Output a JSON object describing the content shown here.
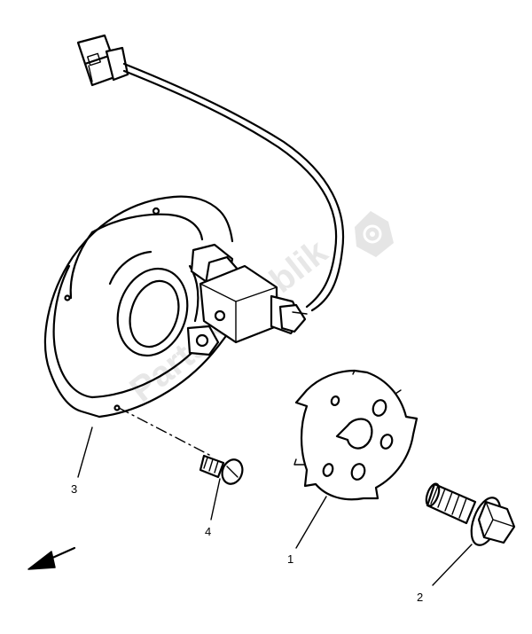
{
  "watermark": {
    "text": "PartsRepublik",
    "color": "#cfcfcf"
  },
  "callouts": [
    {
      "id": "label-3",
      "text": "3"
    },
    {
      "id": "label-4",
      "text": "4"
    },
    {
      "id": "label-1",
      "text": "1"
    },
    {
      "id": "label-2",
      "text": "2"
    }
  ],
  "icons": [
    "connector-icon",
    "pickup-coil-icon",
    "bolt-icon",
    "washer-plate-icon",
    "direction-arrow-icon",
    "gear-icon"
  ]
}
